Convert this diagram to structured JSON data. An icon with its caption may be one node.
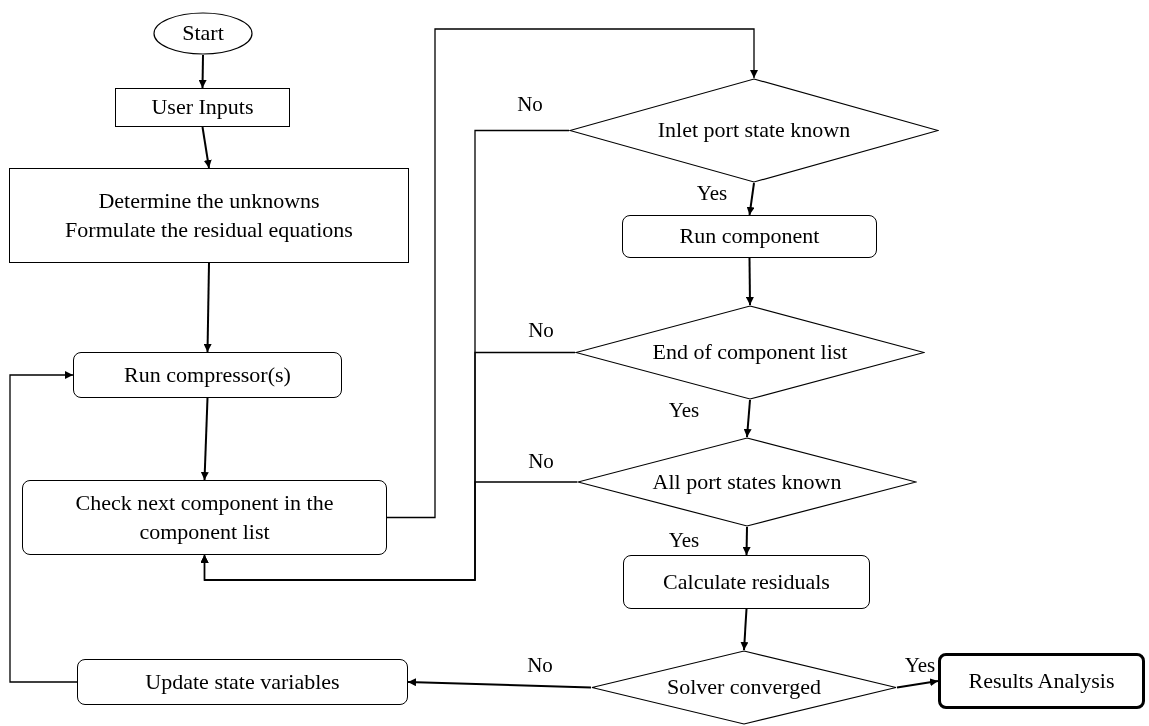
{
  "diagram": {
    "nodes": [
      {
        "text": [
          "Start"
        ]
      },
      {
        "text": [
          "User Inputs"
        ]
      },
      {
        "text": [
          "Determine the unknowns",
          "Formulate the residual equations"
        ]
      },
      {
        "text": [
          "Run compressor(s)"
        ]
      },
      {
        "text": [
          "Check next component in the component list"
        ]
      },
      {
        "text": [
          "Update state variables"
        ]
      },
      {
        "text": [
          "Inlet port state known"
        ]
      },
      {
        "text": [
          "Run component"
        ]
      },
      {
        "text": [
          "End of component list"
        ]
      },
      {
        "text": [
          "All port states known"
        ]
      },
      {
        "text": [
          "Calculate residuals"
        ]
      },
      {
        "text": [
          "Solver converged"
        ]
      },
      {
        "text": [
          "Results Analysis"
        ]
      }
    ],
    "edges": [
      {
        "from": 0,
        "to": 1,
        "arrow": "to"
      },
      {
        "from": 1,
        "to": 2,
        "arrow": "to"
      },
      {
        "from": 2,
        "to": 3,
        "arrow": "to"
      },
      {
        "from": 3,
        "to": 4,
        "arrow": "to"
      },
      {
        "from": 4,
        "to": 6,
        "arrow": "to"
      },
      {
        "from": 6,
        "to": 4,
        "arrow": "to",
        "label": "No"
      },
      {
        "from": 8,
        "to": 4,
        "arrow": "to",
        "label": "No"
      },
      {
        "from": 9,
        "to": 4,
        "arrow": "to",
        "label": "No"
      },
      {
        "from": 6,
        "to": 7,
        "arrow": "to",
        "label": "Yes"
      },
      {
        "from": 7,
        "to": 8,
        "arrow": "to"
      },
      {
        "from": 8,
        "to": 9,
        "arrow": "to",
        "label": "Yes"
      },
      {
        "from": 9,
        "to": 10,
        "arrow": "to",
        "label": "Yes"
      },
      {
        "from": 10,
        "to": 11,
        "arrow": "to"
      },
      {
        "from": 11,
        "to": 5,
        "arrow": "to",
        "label": "No"
      },
      {
        "from": 11,
        "to": 12,
        "arrow": "to",
        "label": "Yes"
      },
      {
        "from": 5,
        "to": 3,
        "arrow": "to"
      }
    ]
  }
}
